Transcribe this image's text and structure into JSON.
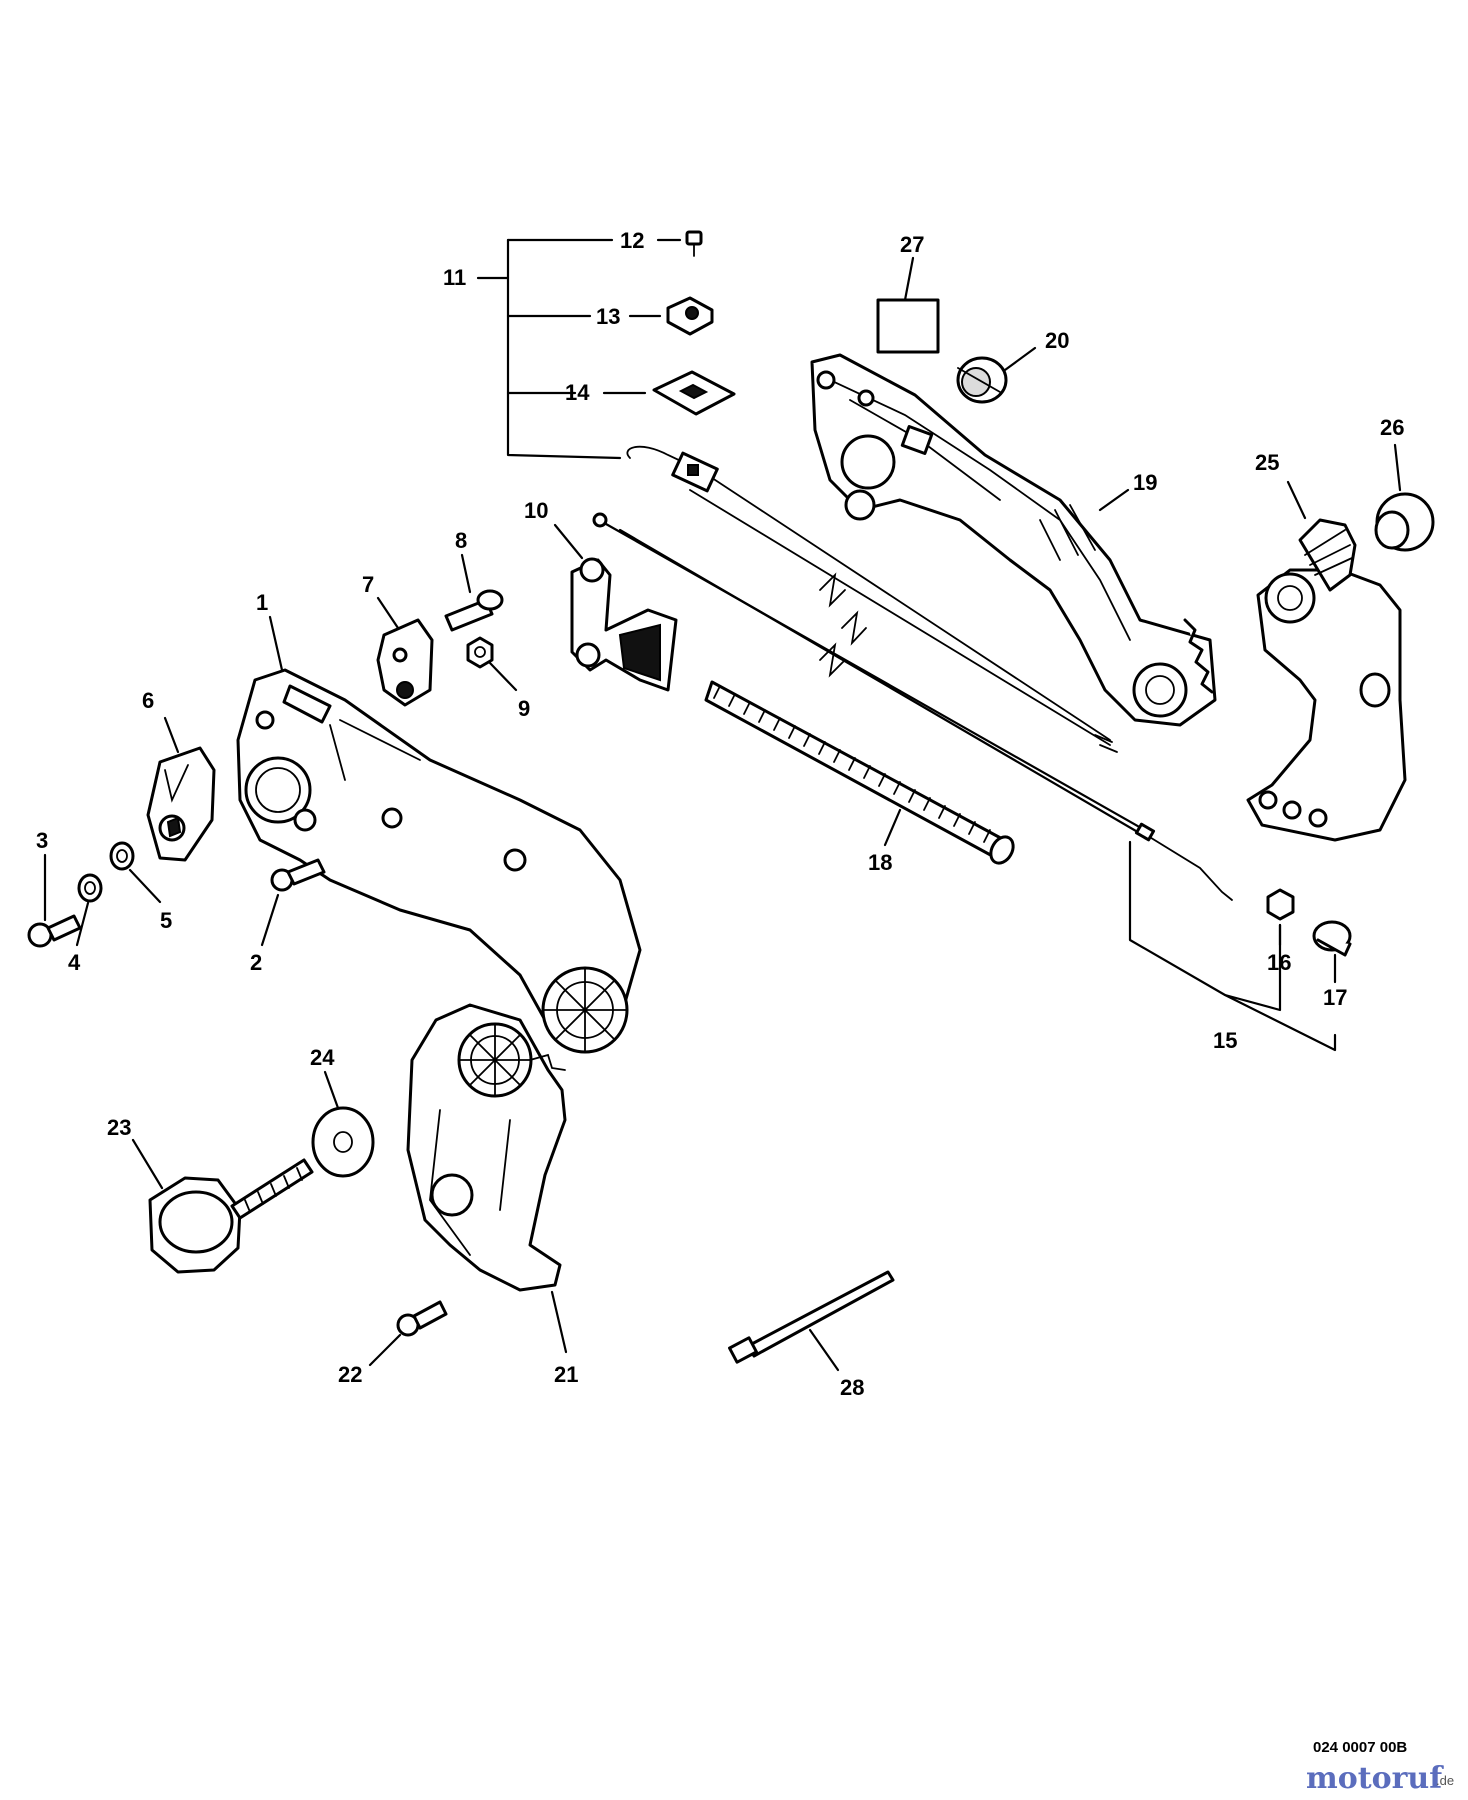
{
  "diagram": {
    "labels": [
      "1",
      "2",
      "3",
      "4",
      "5",
      "6",
      "7",
      "8",
      "9",
      "10",
      "11",
      "12",
      "13",
      "14",
      "15",
      "16",
      "17",
      "18",
      "19",
      "20",
      "21",
      "22",
      "23",
      "24",
      "25",
      "26",
      "27",
      "28"
    ],
    "drawing_code": "024 0007 00B",
    "watermark": {
      "brand": "motoruf",
      "tld": ".de"
    }
  }
}
